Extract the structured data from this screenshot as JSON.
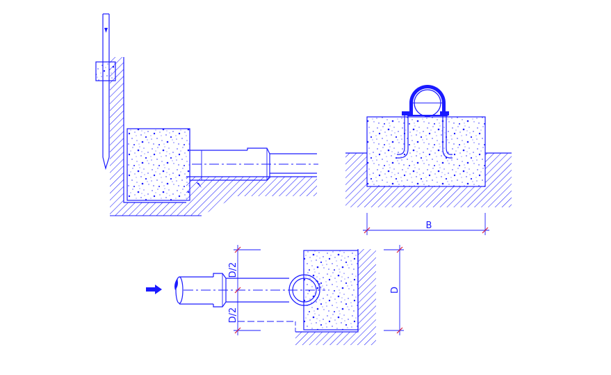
{
  "colors": {
    "line": "#1a1aff",
    "dimension_tick": "#d81b3a",
    "background": "#ffffff"
  },
  "labels": {
    "width_B": "B",
    "height_D": "D",
    "half_top": "D/2",
    "half_bottom": "D/2"
  },
  "icons": {
    "flow_arrow": "arrow-right-icon",
    "level_marker": "down-arrow-icon"
  }
}
